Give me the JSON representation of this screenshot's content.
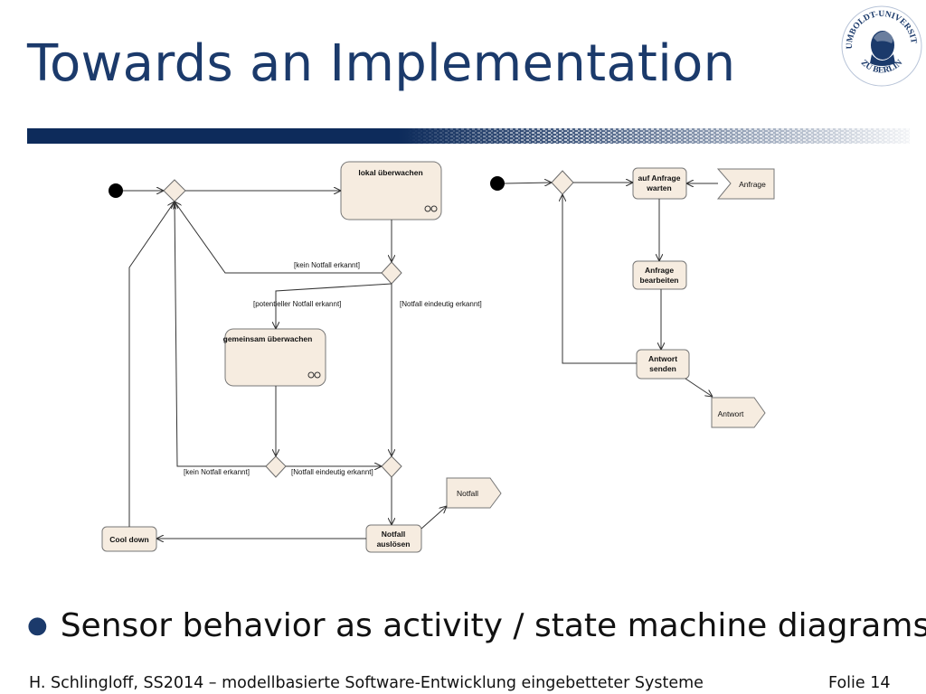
{
  "slide": {
    "title": "Towards an Implementation",
    "bullet": "Sensor behavior as activity / state machine diagrams",
    "footer_left": "H. Schlingloff, SS2014 – modellbasierte Software-Entwicklung eingebetteter Systeme",
    "footer_right": "Folie 14"
  },
  "logo": {
    "name": "university-seal-icon",
    "text_top": "HUMBOLDT-UNIVERSITÄT",
    "text_bottom": "ZU BERLIN"
  },
  "colors": {
    "title": "#1b3a6b",
    "bar": "#0d2b5b",
    "node_fill": "#f6ece0",
    "node_stroke": "#777777",
    "edge": "#333333"
  },
  "diagram_left": {
    "actions": {
      "lokal": "lokal überwachen",
      "gemeinsam": "gemeinsam überwachen",
      "notfall_1": "Notfall",
      "notfall_2": "auslösen",
      "cooldown": "Cool down"
    },
    "guards": {
      "kein_1": "[kein Notfall erkannt]",
      "potentiell": "[potentieller Notfall erkannt]",
      "eindeutig_1": "[Notfall eindeutig erkannt]",
      "kein_2": "[kein Notfall erkannt]",
      "eindeutig_2": "[Notfall eindeutig erkannt]"
    },
    "signal_out": "Notfall"
  },
  "diagram_right": {
    "actions": {
      "warten_1": "auf Anfrage",
      "warten_2": "warten",
      "bearbeiten_1": "Anfrage",
      "bearbeiten_2": "bearbeiten",
      "senden_1": "Antwort",
      "senden_2": "senden"
    },
    "signal_in": "Anfrage",
    "signal_out": "Antwort"
  }
}
